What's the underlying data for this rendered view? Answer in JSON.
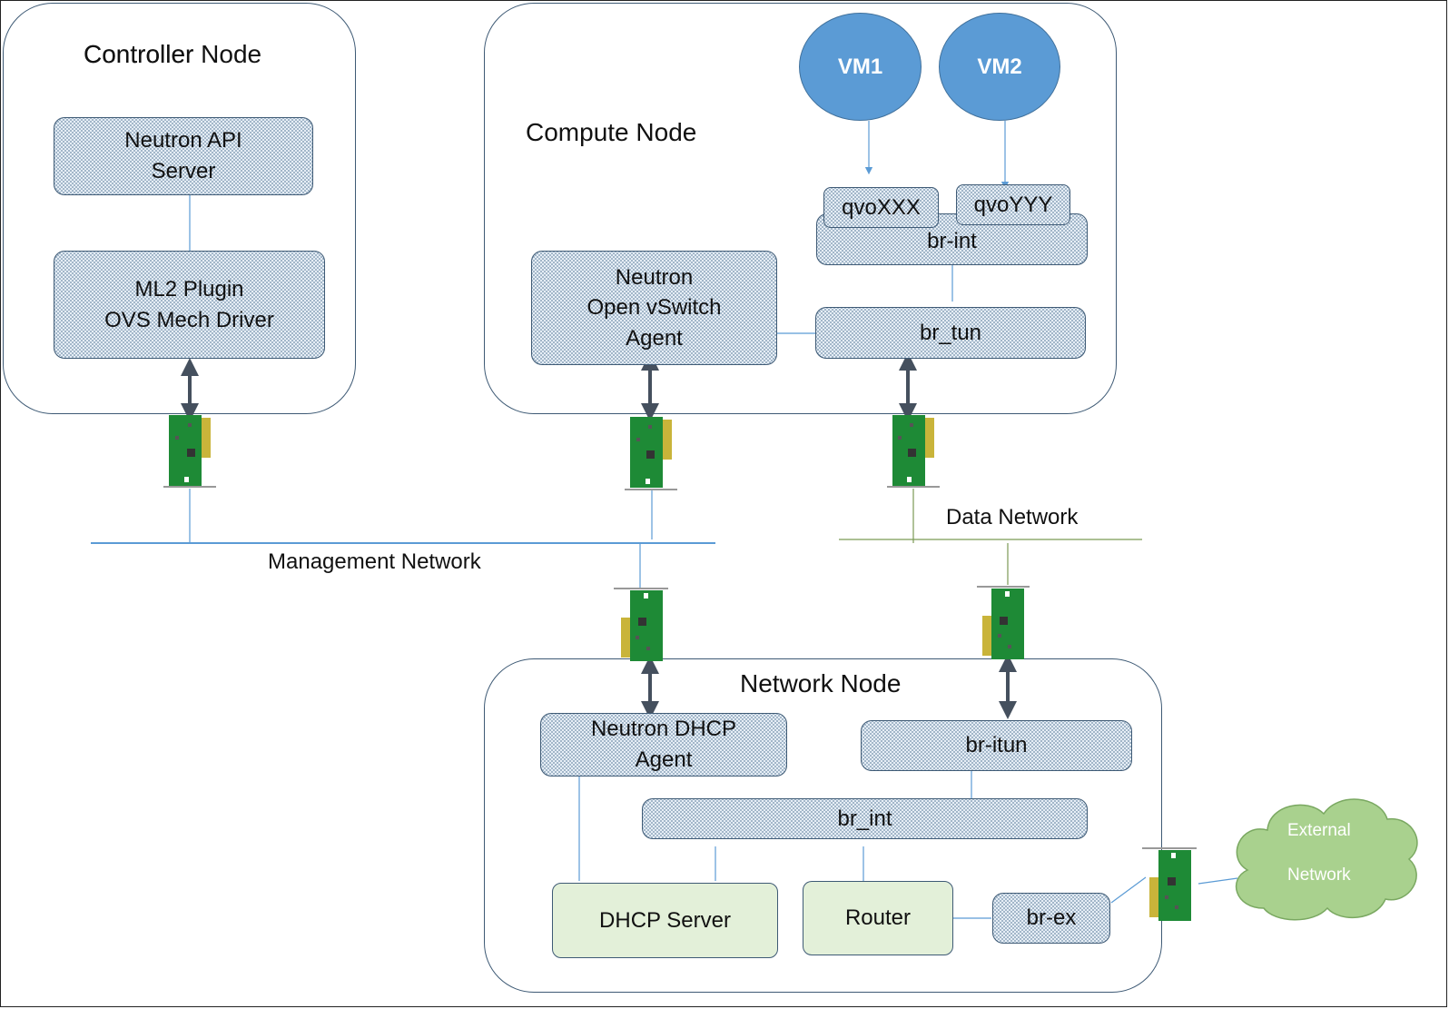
{
  "controller": {
    "title_bold": "Controller",
    "title_rest": " Node",
    "api_server": "Neutron API\nServer",
    "ml2": "ML2 Plugin\nOVS Mech Driver"
  },
  "compute": {
    "title_bold": "Compute",
    "title_rest": " Node",
    "agent": "Neutron\nOpen vSwitch\nAgent",
    "qvo1": "qvoXXX",
    "qvo2": "qvoYYY",
    "br_int": "br-int",
    "br_tun": "br_tun",
    "vm1": "VM1",
    "vm2": "VM2"
  },
  "networks": {
    "management": "Management Network",
    "data": "Data Network"
  },
  "network_node": {
    "title_bold": "Network",
    "title_rest": " Node",
    "dhcp_agent": "Neutron DHCP\nAgent",
    "br_itun": "br-itun",
    "br_int": "br_int",
    "dhcp_server": "DHCP Server",
    "router": "Router",
    "br_ex": "br-ex"
  },
  "external": {
    "line1": "External",
    "line2": "Network"
  },
  "colors": {
    "node_border": "#3e5a75",
    "vm_fill": "#5b9bd5",
    "cloud_fill": "#a9d18e",
    "nic_green": "#1e8a36",
    "data_line": "#7a9a55",
    "mgmt_line": "#5b9bd5"
  }
}
